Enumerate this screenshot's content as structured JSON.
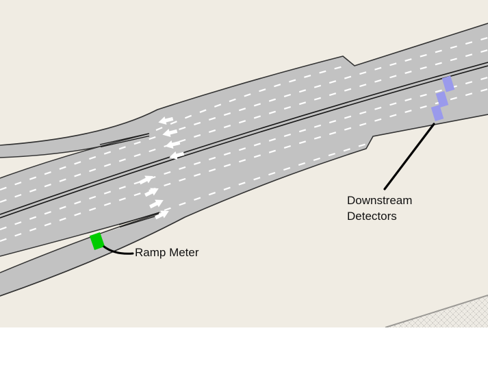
{
  "scene": {
    "type": "traffic-network-editor-view",
    "background_color": "#f0ece3",
    "page_color": "#ffffff",
    "road_fill_color": "#c2c2c2",
    "road_edge_color": "#333333",
    "lane_marking_color": "#ffffff",
    "median_line_color": "#1a1a1a",
    "hatch_area_line_color": "#b3b1ad",
    "hatch_area_fill": "#eeebe4"
  },
  "annotations": {
    "ramp_meter": {
      "label": "Ramp Meter",
      "leader_color": "#000000"
    },
    "downstream_detectors": {
      "label_line1": "Downstream",
      "label_line2": "Detectors",
      "leader_color": "#000000"
    }
  },
  "markers": {
    "ramp_meter_color": "#00cc00",
    "ramp_meter_count": "1",
    "detector_color": "#9a9aec",
    "detector_count": "3"
  },
  "traffic": {
    "westbound_arrow_count": "4",
    "eastbound_arrow_count": "4",
    "arrow_color": "#ffffff"
  }
}
